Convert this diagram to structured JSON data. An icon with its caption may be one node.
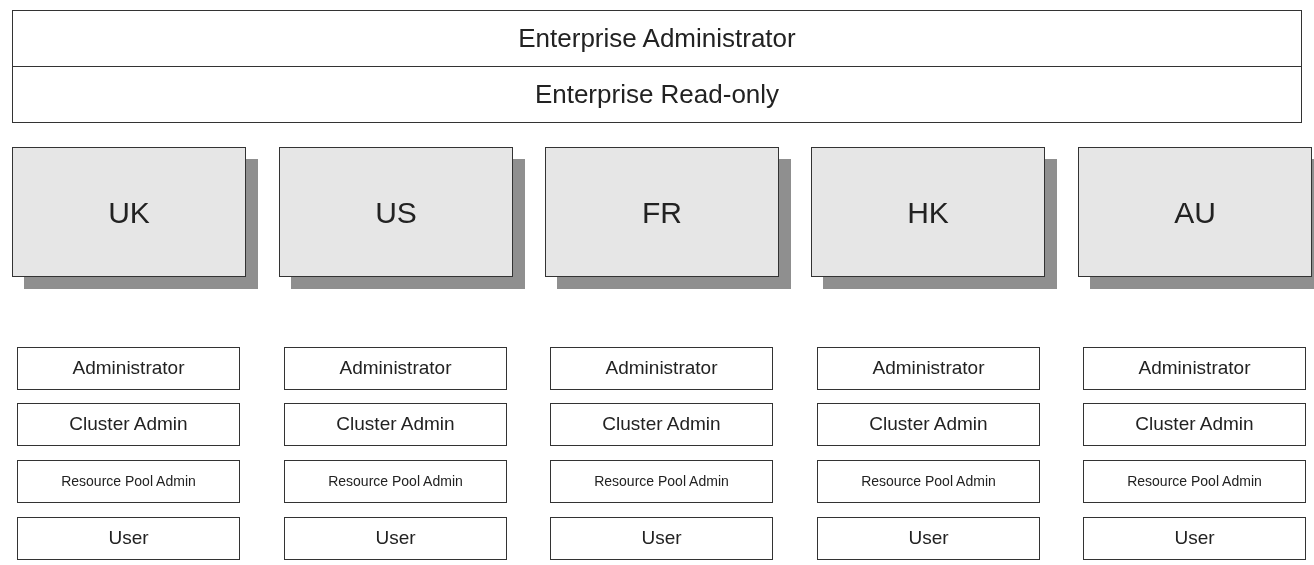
{
  "diagram": {
    "nodes": [
      {
        "text": [
          "Enterprise Administrator"
        ]
      },
      {
        "text": [
          "Enterprise Read-only"
        ]
      },
      {
        "text": [
          "UK"
        ]
      },
      {
        "text": [
          "US"
        ]
      },
      {
        "text": [
          "FR"
        ]
      },
      {
        "text": [
          "HK"
        ]
      },
      {
        "text": [
          "AU"
        ]
      },
      {
        "text": [
          "Administrator"
        ]
      },
      {
        "text": [
          "Administrator"
        ]
      },
      {
        "text": [
          "Administrator"
        ]
      },
      {
        "text": [
          "Administrator"
        ]
      },
      {
        "text": [
          "Administrator"
        ]
      },
      {
        "text": [
          "Cluster Admin"
        ]
      },
      {
        "text": [
          "Cluster Admin"
        ]
      },
      {
        "text": [
          "Cluster Admin"
        ]
      },
      {
        "text": [
          "Cluster Admin"
        ]
      },
      {
        "text": [
          "Cluster Admin"
        ]
      },
      {
        "text": [
          "Resource Pool Admin"
        ]
      },
      {
        "text": [
          "Resource Pool Admin"
        ]
      },
      {
        "text": [
          "Resource Pool Admin"
        ]
      },
      {
        "text": [
          "Resource Pool Admin"
        ]
      },
      {
        "text": [
          "Resource Pool Admin"
        ]
      },
      {
        "text": [
          "User"
        ]
      },
      {
        "text": [
          "User"
        ]
      },
      {
        "text": [
          "User"
        ]
      },
      {
        "text": [
          "User"
        ]
      },
      {
        "text": [
          "User"
        ]
      }
    ],
    "edges": []
  }
}
